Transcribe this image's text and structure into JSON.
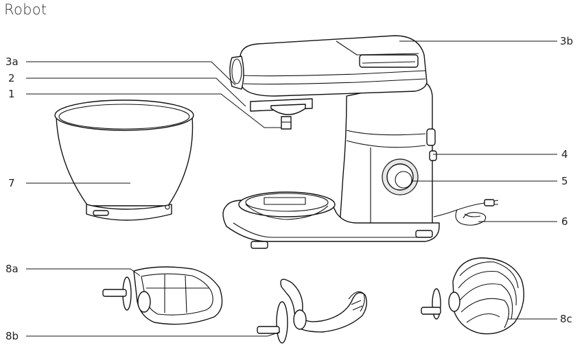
{
  "title": "Robot",
  "labels": {
    "l3a": "3a",
    "l2": "2",
    "l1": "1",
    "l7": "7",
    "l8a": "8a",
    "l8b": "8b",
    "l3b": "3b",
    "l4": "4",
    "l5": "5",
    "l6": "6",
    "l8c": "8c"
  }
}
